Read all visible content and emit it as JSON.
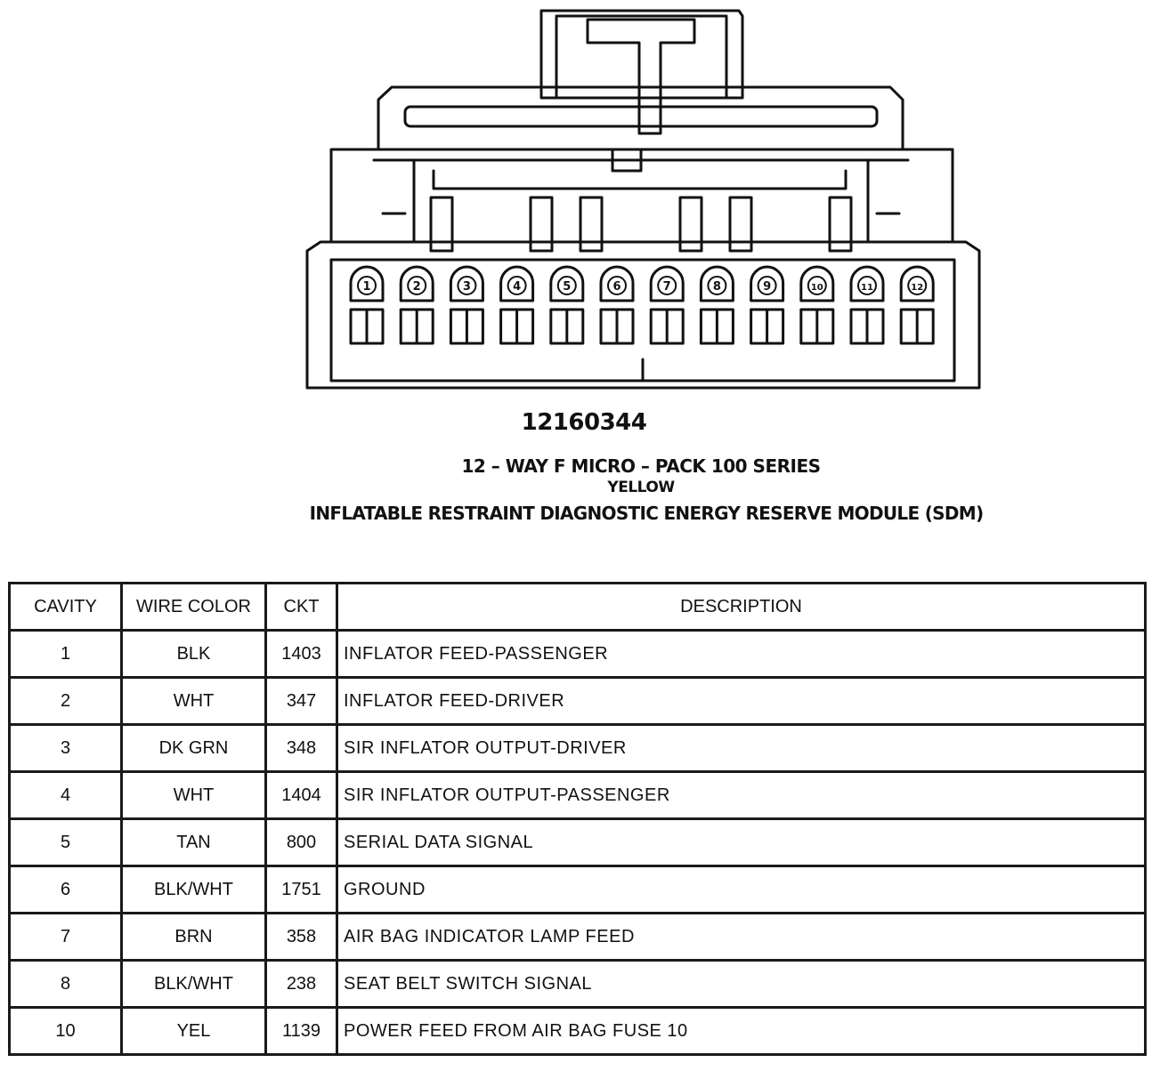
{
  "connector": {
    "part_number": "12160344",
    "series": "12 – WAY F MICRO – PACK 100 SERIES",
    "color": "YELLOW",
    "module": "INFLATABLE RESTRAINT DIAGNOSTIC ENERGY RESERVE MODULE (SDM)",
    "cavity_labels": [
      "1",
      "2",
      "3",
      "4",
      "5",
      "6",
      "7",
      "8",
      "9",
      "10",
      "11",
      "12"
    ]
  },
  "table": {
    "headers": {
      "cavity": "CAVITY",
      "wire_color": "WIRE COLOR",
      "ckt": "CKT",
      "description": "DESCRIPTION"
    },
    "rows": [
      {
        "cavity": "1",
        "wire_color": "BLK",
        "ckt": "1403",
        "description": "INFLATOR FEED-PASSENGER"
      },
      {
        "cavity": "2",
        "wire_color": "WHT",
        "ckt": "347",
        "description": "INFLATOR FEED-DRIVER"
      },
      {
        "cavity": "3",
        "wire_color": "DK GRN",
        "ckt": "348",
        "description": "SIR INFLATOR OUTPUT-DRIVER"
      },
      {
        "cavity": "4",
        "wire_color": "WHT",
        "ckt": "1404",
        "description": "SIR INFLATOR OUTPUT-PASSENGER"
      },
      {
        "cavity": "5",
        "wire_color": "TAN",
        "ckt": "800",
        "description": "SERIAL DATA SIGNAL"
      },
      {
        "cavity": "6",
        "wire_color": "BLK/WHT",
        "ckt": "1751",
        "description": "GROUND"
      },
      {
        "cavity": "7",
        "wire_color": "BRN",
        "ckt": "358",
        "description": "AIR BAG INDICATOR LAMP FEED"
      },
      {
        "cavity": "8",
        "wire_color": "BLK/WHT",
        "ckt": "238",
        "description": "SEAT BELT SWITCH SIGNAL"
      },
      {
        "cavity": "10",
        "wire_color": "YEL",
        "ckt": "1139",
        "description": "POWER FEED FROM AIR BAG FUSE 10"
      }
    ]
  }
}
